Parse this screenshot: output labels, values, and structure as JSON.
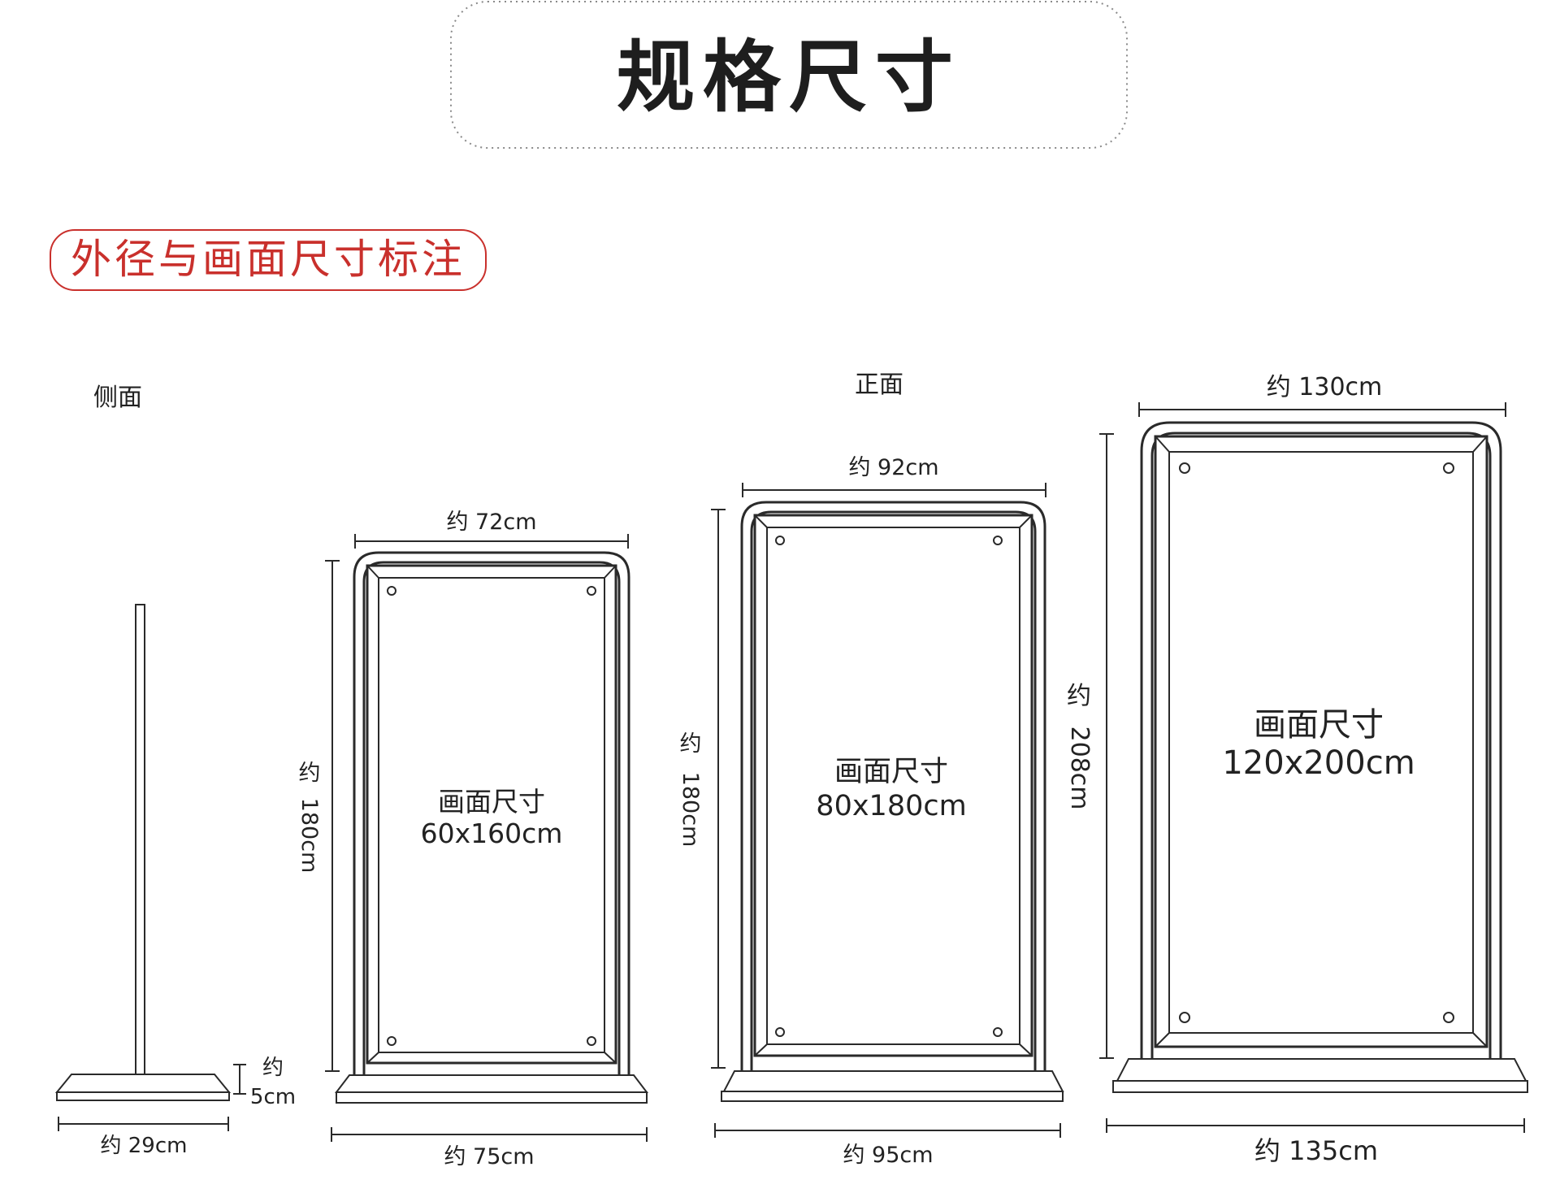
{
  "header": {
    "title": "规格尺寸"
  },
  "section": {
    "label": "外径与画面尺寸标注"
  },
  "views": {
    "side": "侧面",
    "front": "正面"
  },
  "side_stand": {
    "height_label_1": "约",
    "height_label_2": "5cm",
    "width_label": "约 29cm"
  },
  "stands": [
    {
      "top_width": "约 72cm",
      "height_label_1": "约",
      "height_label_2": "180cm",
      "panel_label_1": "画面尺寸",
      "panel_label_2": "60x160cm",
      "base_width": "约 75cm"
    },
    {
      "top_width": "约 92cm",
      "height_label_1": "约",
      "height_label_2": "180cm",
      "panel_label_1": "画面尺寸",
      "panel_label_2": "80x180cm",
      "base_width": "约 95cm"
    },
    {
      "top_width": "约 130cm",
      "height_label_1": "约",
      "height_label_2": "208cm",
      "panel_label_1": "画面尺寸",
      "panel_label_2": "120x200cm",
      "base_width": "约 135cm"
    }
  ]
}
